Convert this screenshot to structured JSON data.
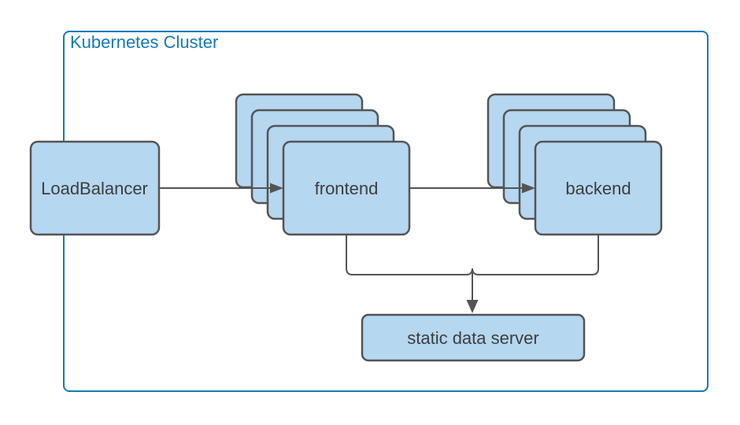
{
  "cluster": {
    "label": "Kubernetes Cluster"
  },
  "nodes": {
    "loadbalancer": {
      "label": "LoadBalancer"
    },
    "frontend": {
      "label": "frontend",
      "stacked_copies": 4
    },
    "backend": {
      "label": "backend",
      "stacked_copies": 4
    },
    "static_data_server": {
      "label": "static data server"
    }
  },
  "edges": [
    {
      "from": "LoadBalancer",
      "to": "frontend",
      "type": "arrow"
    },
    {
      "from": "frontend",
      "to": "backend",
      "type": "arrow"
    },
    {
      "from": "frontend",
      "to": "static data server",
      "type": "merged-arrow"
    },
    {
      "from": "backend",
      "to": "static data server",
      "type": "merged-arrow"
    }
  ],
  "colors": {
    "background": "#ffffff",
    "cluster_border": "#1379b7",
    "cluster_label": "#1379b7",
    "node_fill": "#b5d7f0",
    "node_border": "#545454",
    "edge": "#545454",
    "label_text": "#3d3d3d"
  }
}
